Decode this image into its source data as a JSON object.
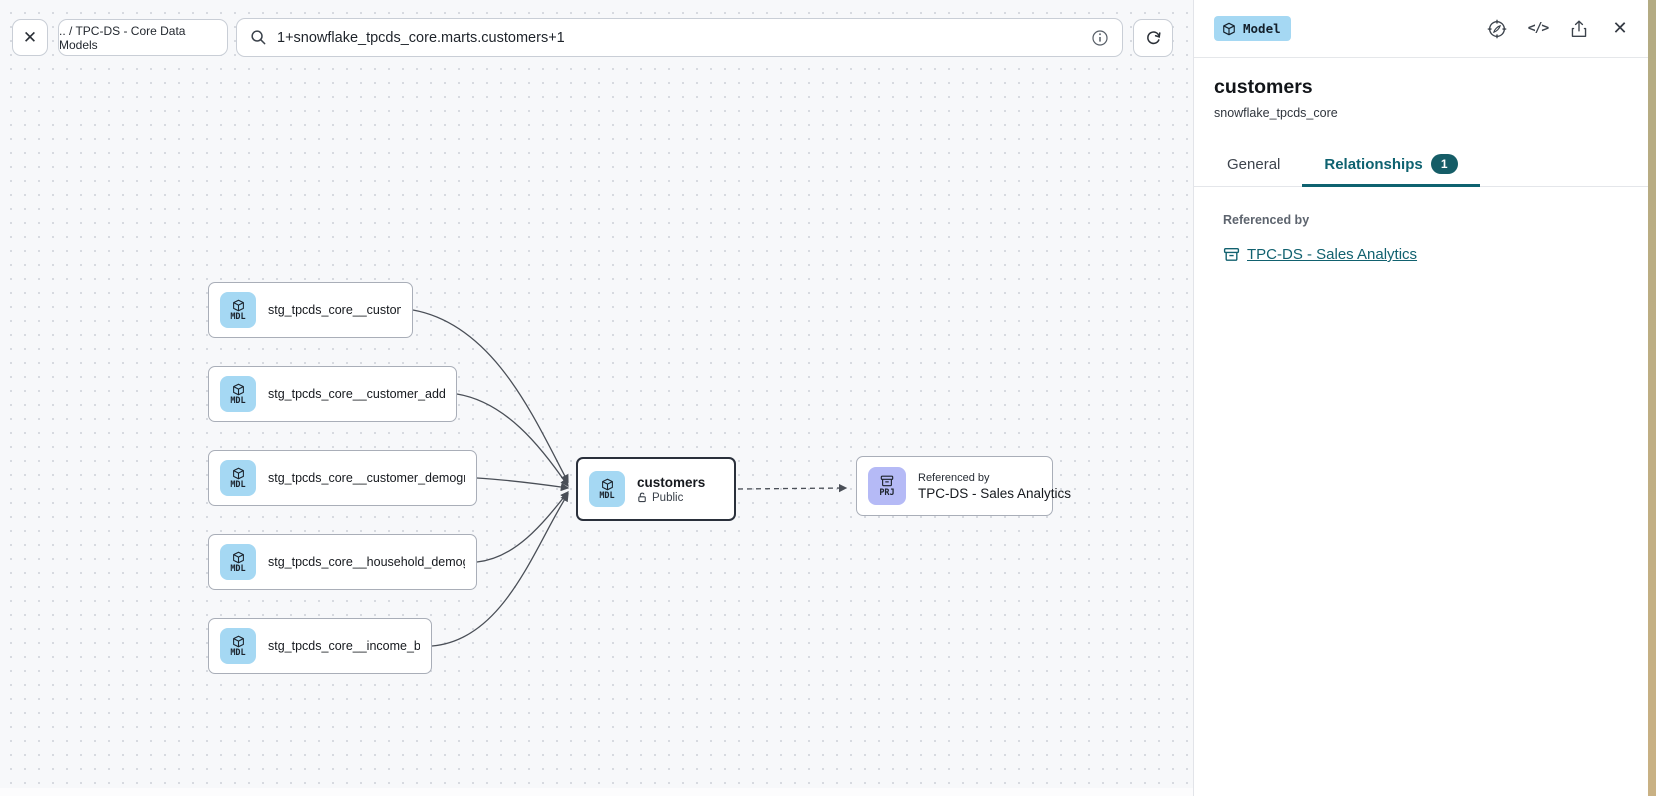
{
  "toolbar": {
    "breadcrumb": ".. / TPC-DS - Core Data Models",
    "search_value": "1+snowflake_tpcds_core.marts.customers+1"
  },
  "icons": {
    "close": "✕",
    "code": "</>"
  },
  "graph": {
    "upstream": [
      {
        "type": "MDL",
        "label": "stg_tpcds_core__customer"
      },
      {
        "type": "MDL",
        "label": "stg_tpcds_core__customer_address"
      },
      {
        "type": "MDL",
        "label": "stg_tpcds_core__customer_demogra…"
      },
      {
        "type": "MDL",
        "label": "stg_tpcds_core__household_demogr…"
      },
      {
        "type": "MDL",
        "label": "stg_tpcds_core__income_band"
      }
    ],
    "selected": {
      "type": "MDL",
      "label": "customers",
      "access": "Public"
    },
    "downstream": {
      "type": "PRJ",
      "kicker": "Referenced by",
      "label": "TPC-DS - Sales Analytics"
    }
  },
  "panel": {
    "type_badge": "Model",
    "title": "customers",
    "subtitle": "snowflake_tpcds_core",
    "tabs": [
      {
        "label": "General"
      },
      {
        "label": "Relationships",
        "badge": "1"
      }
    ],
    "section": {
      "heading": "Referenced by",
      "link": "TPC-DS - Sales Analytics"
    }
  },
  "colors": {
    "accent_teal": "#0e6270",
    "model_badge_blue": "#a5d8f3",
    "project_badge_purple": "#b5baf6"
  }
}
